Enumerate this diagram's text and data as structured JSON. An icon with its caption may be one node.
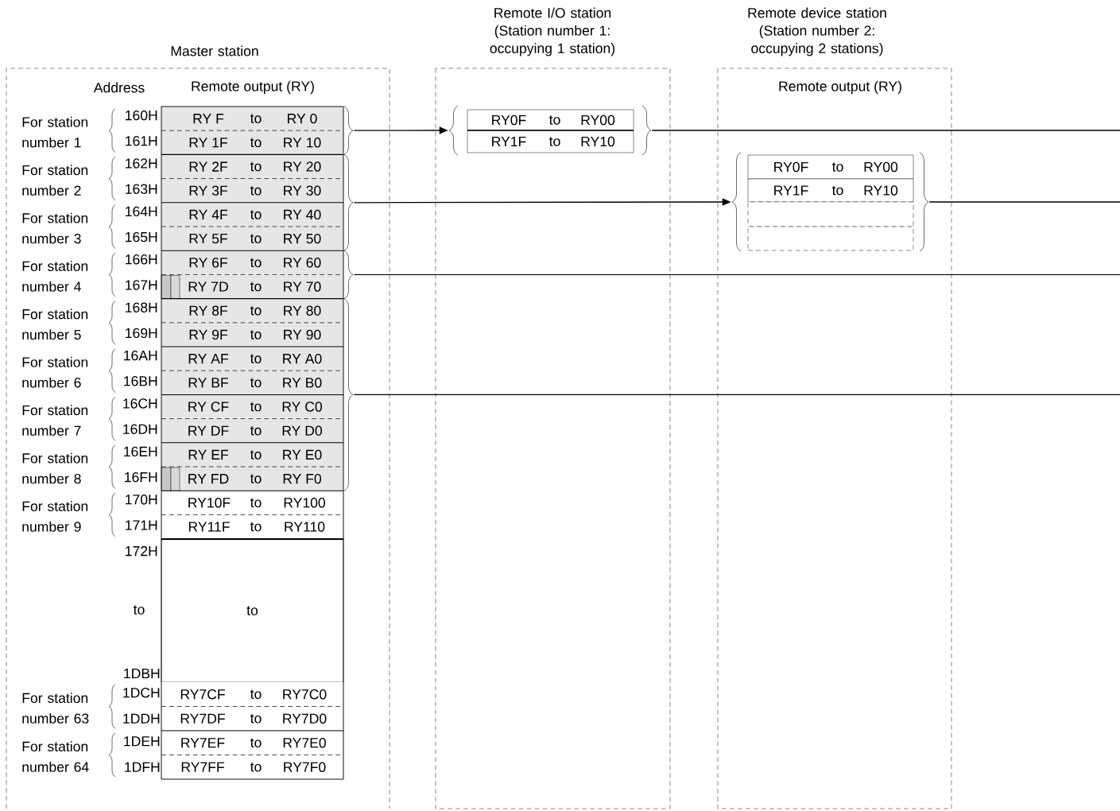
{
  "diagram": {
    "nodes": [
      {
        "text": [
          "Master station"
        ]
      },
      {
        "text": [
          "Remote I/O station (Station number 1: occupying 1 station)"
        ]
      },
      {
        "text": [
          "Remote device station (Station number 2: occupying 2 stations)",
          "Remote output (RY)"
        ]
      },
      {
        "text": [
          "RY F",
          "to",
          "RY 0"
        ],
        "in": 0
      },
      {
        "text": [
          "RY 1F",
          "to",
          "RY 10"
        ],
        "in": 0
      },
      {
        "text": [
          "RY 2F",
          "to",
          "RY 20"
        ],
        "in": 0
      },
      {
        "text": [
          "RY 3F",
          "to",
          "RY 30"
        ],
        "in": 0
      },
      {
        "text": [
          "RY 4F",
          "to",
          "RY 40"
        ],
        "in": 0
      },
      {
        "text": [
          "RY 5F",
          "to",
          "RY 50"
        ],
        "in": 0
      },
      {
        "text": [
          "RY 6F",
          "to",
          "RY 60"
        ],
        "in": 0
      },
      {
        "text": [
          "RY 7D",
          "to",
          "RY 70"
        ],
        "in": 0
      },
      {
        "text": [
          "RY 8F",
          "to",
          "RY 80"
        ],
        "in": 0
      },
      {
        "text": [
          "RY 9F",
          "to",
          "RY 90"
        ],
        "in": 0
      },
      {
        "text": [
          "RY AF",
          "to",
          "RY A0"
        ],
        "in": 0
      },
      {
        "text": [
          "RY BF",
          "to",
          "RY B0"
        ],
        "in": 0
      },
      {
        "text": [
          "RY CF",
          "to",
          "RY C0"
        ],
        "in": 0
      },
      {
        "text": [
          "RY DF",
          "to",
          "RY D0"
        ],
        "in": 0
      },
      {
        "text": [
          "RY EF",
          "to",
          "RY E0"
        ],
        "in": 0
      },
      {
        "text": [
          "RY FD",
          "to",
          "RY F0"
        ],
        "in": 0
      },
      {
        "text": [
          "RY10F",
          "to",
          "RY100"
        ],
        "in": 0
      },
      {
        "text": [
          "RY11F",
          "to",
          "RY110"
        ],
        "in": 0
      },
      {
        "text": [
          "to"
        ],
        "in": 0
      },
      {
        "text": [
          "RY7CF",
          "to",
          "RY7C0"
        ],
        "in": 0
      },
      {
        "text": [
          "RY7DF",
          "to",
          "RY7D0"
        ],
        "in": 0
      },
      {
        "text": [
          "RY7EF",
          "to",
          "RY7E0"
        ],
        "in": 0
      },
      {
        "text": [
          "RY7FF",
          "to",
          "RY7F0"
        ],
        "in": 0
      },
      {
        "text": [],
        "shape": "brace",
        "in": 0
      },
      {
        "text": [],
        "shape": "brace",
        "in": 0
      },
      {
        "text": [],
        "shape": "brace",
        "in": 0
      },
      {
        "text": [],
        "shape": "brace",
        "in": 0
      },
      {
        "text": [
          "RY0F",
          "to",
          "RY00"
        ],
        "in": 1
      },
      {
        "text": [
          "RY1F",
          "to",
          "RY10"
        ],
        "in": 1
      },
      {
        "text": [],
        "shape": "brace",
        "in": 1
      },
      {
        "text": [],
        "shape": "brace",
        "in": 1
      },
      {
        "text": [
          "RY0F",
          "to",
          "RY00"
        ],
        "in": 2
      },
      {
        "text": [
          "RY1F",
          "to",
          "RY10"
        ],
        "in": 2
      },
      {
        "text": [],
        "shape": "box",
        "in": 2
      },
      {
        "text": [],
        "shape": "box",
        "in": 2
      },
      {
        "text": [],
        "shape": "brace",
        "in": 2
      },
      {
        "text": [],
        "shape": "brace",
        "in": 2
      }
    ],
    "edges": [
      {
        "from": 26,
        "to": 32,
        "arrow": "to"
      },
      {
        "from": 27,
        "to": 38,
        "arrow": "to"
      },
      {
        "from": 28,
        "to": null,
        "arrow": "none"
      },
      {
        "from": 29,
        "to": null,
        "arrow": "none"
      },
      {
        "from": 33,
        "to": null,
        "arrow": "none"
      },
      {
        "from": 39,
        "to": null,
        "arrow": "none"
      }
    ],
    "labels": [
      "Address",
      "Remote output (RY)",
      "For station number 1",
      "160H",
      "161H",
      "For station number 2",
      "162H",
      "163H",
      "For station number 3",
      "164H",
      "165H",
      "For station number 4",
      "166H",
      "167H",
      "For station number 5",
      "168H",
      "169H",
      "For station number 6",
      "16AH",
      "16BH",
      "For station number 7",
      "16CH",
      "16DH",
      "For station number 8",
      "16EH",
      "16FH",
      "For station number 9",
      "170H",
      "171H",
      "172H",
      "to",
      "1DBH",
      "For station number 63",
      "1DCH",
      "1DDH",
      "For station number 64",
      "1DEH",
      "1DFH"
    ]
  }
}
